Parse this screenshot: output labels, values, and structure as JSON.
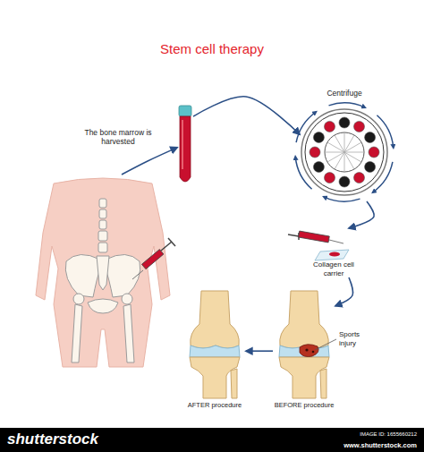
{
  "diagram": {
    "title": "Stem cell therapy",
    "nodes": [
      {
        "text": [
          "The bone marrow is harvested"
        ]
      },
      {
        "text": []
      },
      {
        "text": [
          "Centrifuge"
        ]
      },
      {
        "text": [
          "Collagen cell carrier"
        ]
      },
      {
        "text": [
          "Sports injury",
          "BEFORE procedure"
        ]
      },
      {
        "text": [
          "AFTER procedure"
        ]
      }
    ],
    "edges": [
      {
        "from": 0,
        "to": 1,
        "arrow": "to"
      },
      {
        "from": 1,
        "to": 2,
        "arrow": "to"
      },
      {
        "from": 2,
        "to": 3,
        "arrow": "to"
      },
      {
        "from": 3,
        "to": 4,
        "arrow": "to"
      },
      {
        "from": 4,
        "to": 5,
        "arrow": "to"
      }
    ],
    "labels": [
      "shutterstock",
      "IMAGE ID: 1655660212",
      "www.shutterstock.com"
    ]
  }
}
